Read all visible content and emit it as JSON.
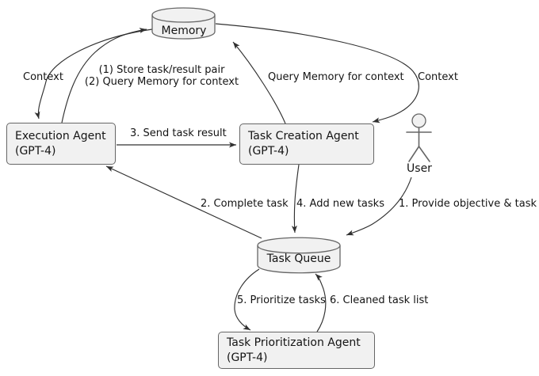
{
  "theme": {
    "background": "#ffffff",
    "node_fill": "#f1f1f1",
    "node_border": "#666666",
    "edge_color": "#303030",
    "text_color": "#141414"
  },
  "nodes": {
    "memory": {
      "label": "Memory"
    },
    "execution_agent": {
      "name": "Execution Agent",
      "model": "(GPT-4)"
    },
    "task_creation_agent": {
      "name": "Task Creation Agent",
      "model": "(GPT-4)"
    },
    "user": {
      "label": "User"
    },
    "task_queue": {
      "label": "Task Queue"
    },
    "task_prioritization_agent": {
      "name": "Task Prioritization Agent",
      "model": "(GPT-4)"
    }
  },
  "edges": {
    "memory_context_to_execution": {
      "label": "Context",
      "from": "Memory",
      "to": "Execution Agent"
    },
    "execution_to_memory": {
      "label_line1": "(1) Store task/result pair",
      "label_line2": "(2) Query Memory for context",
      "from": "Execution Agent",
      "to": "Memory"
    },
    "task_creation_to_memory": {
      "label": "Query Memory for context",
      "from": "Task Creation Agent",
      "to": "Memory"
    },
    "memory_context_to_task_creation": {
      "label": "Context",
      "from": "Memory",
      "to": "Task Creation Agent"
    },
    "execution_to_task_creation": {
      "label": "3. Send task result",
      "from": "Execution Agent",
      "to": "Task Creation Agent"
    },
    "task_queue_to_execution": {
      "label": "2. Complete task",
      "from": "Task Queue",
      "to": "Execution Agent"
    },
    "task_creation_to_task_queue": {
      "label": "4. Add new tasks",
      "from": "Task Creation Agent",
      "to": "Task Queue"
    },
    "user_to_task_queue": {
      "label": "1. Provide objective & task",
      "from": "User",
      "to": "Task Queue"
    },
    "task_queue_to_prioritization": {
      "label": "5. Prioritize tasks",
      "from": "Task Queue",
      "to": "Task Prioritization Agent"
    },
    "prioritization_to_task_queue": {
      "label": "6. Cleaned task list",
      "from": "Task Prioritization Agent",
      "to": "Task Queue"
    }
  }
}
